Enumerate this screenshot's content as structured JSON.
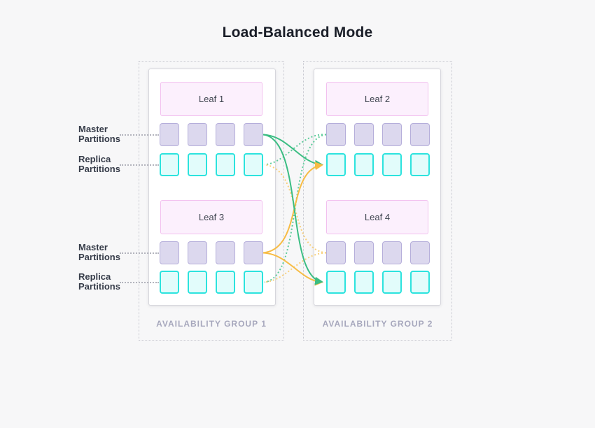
{
  "title": "Load-Balanced Mode",
  "groups": [
    {
      "label": "AVAILABILITY GROUP 1",
      "leaves": [
        {
          "name": "Leaf 1"
        },
        {
          "name": "Leaf 3"
        }
      ]
    },
    {
      "label": "AVAILABILITY GROUP 2",
      "leaves": [
        {
          "name": "Leaf 2"
        },
        {
          "name": "Leaf 4"
        }
      ]
    }
  ],
  "row_labels": [
    {
      "l1": "Master",
      "l2": "Partitions"
    },
    {
      "l1": "Replica",
      "l2": "Partitions"
    },
    {
      "l1": "Master",
      "l2": "Partitions"
    },
    {
      "l1": "Replica",
      "l2": "Partitions"
    }
  ],
  "partitions_per_row": 4,
  "colors": {
    "page_bg": "#f7f7f8",
    "leaf_header_fill": "#fcf0fd",
    "leaf_header_border": "#f2c0ef",
    "master_fill": "#dcd8ee",
    "master_border": "#b5aeda",
    "replica_fill": "#e2fcfb",
    "replica_border": "#2ce3de",
    "group_label_text": "#a7a8bd",
    "green_solid": "#3bbd83",
    "orange_solid": "#f7bc45",
    "green_dotted": "#5fcc9b",
    "orange_dotted": "#f9d07c"
  },
  "connections": [
    {
      "from": "leaf-2-master",
      "to": "leaf-1-replica",
      "style": "dotted",
      "color": "#5fcc9b"
    },
    {
      "from": "leaf-2-master",
      "to": "leaf-3-replica",
      "style": "dotted",
      "color": "#5fcc9b"
    },
    {
      "from": "leaf-4-master",
      "to": "leaf-1-replica",
      "style": "dotted",
      "color": "#f9d07c"
    },
    {
      "from": "leaf-4-master",
      "to": "leaf-3-replica",
      "style": "dotted",
      "color": "#f9d07c"
    },
    {
      "from": "leaf-1-master",
      "to": "leaf-2-replica",
      "style": "solid",
      "color": "#3bbd83"
    },
    {
      "from": "leaf-3-master",
      "to": "leaf-2-replica",
      "style": "solid",
      "color": "#f7bc45"
    },
    {
      "from": "leaf-3-master",
      "to": "leaf-4-replica",
      "style": "solid",
      "color": "#f7bc45"
    },
    {
      "from": "leaf-1-master",
      "to": "leaf-4-replica",
      "style": "solid",
      "color": "#3bbd83"
    }
  ]
}
